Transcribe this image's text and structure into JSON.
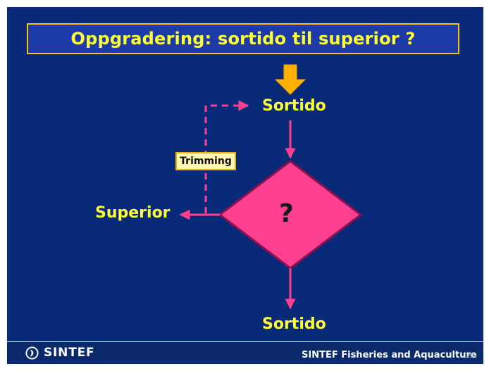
{
  "slide": {
    "title": "Oppgradering:  sortido til superior ?",
    "page_number": "19"
  },
  "diagram": {
    "top_node": "Sortido",
    "decision_label": "?",
    "left_node": "Superior",
    "bottom_node": "Sortido",
    "loop_label": "Trimming"
  },
  "footer": {
    "logo_text": "SINTEF",
    "organization": "SINTEF Fisheries and Aquaculture"
  },
  "colors": {
    "background": "#092a78",
    "title_text": "#ffff3a",
    "title_border": "#f4c40f",
    "diamond": "#ff3f8f",
    "flow_arrow": "#ff3f8f",
    "start_arrow": "#ffb000"
  },
  "icons": {
    "logo": "sintef-logo-icon",
    "start": "down-arrow-icon"
  }
}
